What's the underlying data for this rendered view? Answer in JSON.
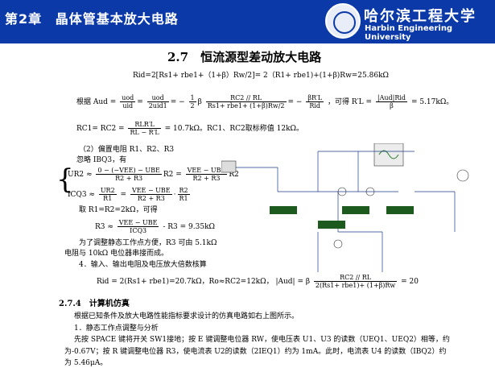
{
  "header": {
    "chapter_no": "第2章",
    "chapter_title": "晶体管基本放大电路",
    "university_cn": "哈尔滨工程大学",
    "university_en": "Harbin Engineering University"
  },
  "section_title": "2.7　恒流源型差动放大电路",
  "lines": {
    "rid": "Rid=2[Rs1+ rbe1+（1+β）Rw/2]= 2（R1+ rbe1)+(1+β)Rw=25.86kΩ",
    "gen_prefix": "根据",
    "gen_suffix": "，可得",
    "rl_result": "= 5.17kΩ。",
    "rc_eq": "RC1= RC2 =",
    "rc_result": "= 10.7kΩ。RC1、RC2取标称值 12kΩ。",
    "bias_title": "（2）偏置电阻 R1、R2、R3",
    "ignore": "忽略 IBQ3，有",
    "take": "取 R1=R2=2kΩ，可得",
    "r3_result": "- R3 = 9.35kΩ",
    "adjust1": "为了调整静态工作点方便，R3 可由 5.1kΩ",
    "adjust2": "电阻与 10kΩ 电位器串接而成。",
    "item4": "4．输入、输出电阻及电压放大倍数核算",
    "rid2": "Rid = 2(Rs1+ rbe1)=20.7kΩ，Ro≈RC2=12kΩ，",
    "aud_result": "= 20",
    "sub_title": "2.7.4　计算机仿真",
    "para1": "根据已知条件及放大电路性能指标要求设计的仿真电路如右上图所示。",
    "para2": "1．静态工作点调整与分析",
    "para3": "先按 SPACE 键将开关 SW1接地；按 E 键调整电位器 RW，使电压表 U1、U3 的读数（UEQ1、UEQ2）相等，约",
    "para4": "为-0.67V；按 R 键调整电位器 R3，使电流表 U2的读数（2IEQ1）约为 1mA。此时，电流表 U4 的读数（IBQ2）约",
    "para5": "为 5.46μA。"
  }
}
